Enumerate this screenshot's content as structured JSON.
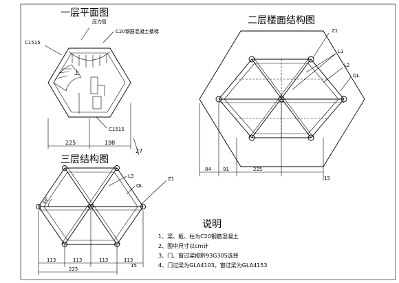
{
  "drawing": {
    "floor1": {
      "title": "一层平面图",
      "labels": {
        "pressure_pipe": "压力管",
        "stair": "C20钢筋混凝土楼梯",
        "col_top": "C1515",
        "col_bottom": "C1515",
        "up": "上"
      },
      "dims": [
        "225",
        "198",
        "27"
      ]
    },
    "floor2": {
      "title": "二层楼面结构图",
      "labels": {
        "z1": "Z1",
        "l1": "L1",
        "l2": "L2",
        "ql": "QL"
      },
      "dims": [
        "84",
        "91",
        "225",
        "15"
      ]
    },
    "floor3": {
      "title": "三层结构图",
      "labels": {
        "l3": "L3",
        "ql": "QL",
        "z1": "Z1",
        "angle": "60°"
      },
      "dims": [
        "113",
        "113",
        "113",
        "113",
        "225",
        "15"
      ]
    },
    "notes": {
      "title": "说明",
      "items": [
        "1、梁、板、柱为C20钢筋混凝土",
        "2、图中尺寸以cm计",
        "3、门、窗过梁按黔93G305选择",
        "4、门过梁为GLA4103，窗过梁为GLA4153"
      ]
    }
  }
}
